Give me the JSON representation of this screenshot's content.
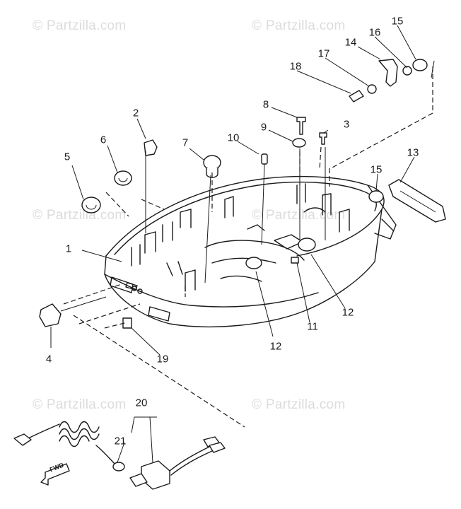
{
  "watermark": "© Partzilla.com",
  "fwd_label": "FWD",
  "callouts": {
    "n1": "1",
    "n2": "2",
    "n3": "3",
    "n4": "4",
    "n5": "5",
    "n6": "6",
    "n7": "7",
    "n8": "8",
    "n9": "9",
    "n10": "10",
    "n11": "11",
    "n12a": "12",
    "n12b": "12",
    "n13": "13",
    "n14": "14",
    "n15a": "15",
    "n15b": "15",
    "n16": "16",
    "n17": "17",
    "n18": "18",
    "n19": "19",
    "n20": "20",
    "n21": "21"
  }
}
